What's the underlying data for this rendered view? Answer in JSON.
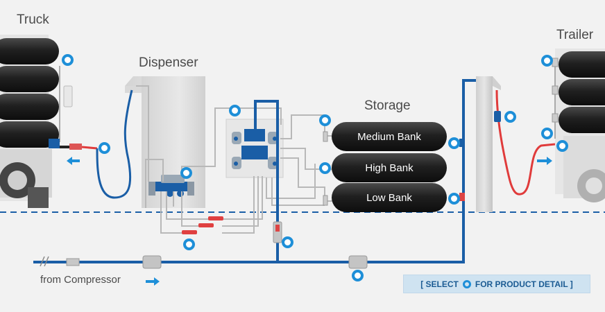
{
  "labels": {
    "truck": "Truck",
    "dispenser": "Dispenser",
    "storage": "Storage",
    "trailer": "Trailer",
    "from_compressor": "from Compressor"
  },
  "banks": [
    "Medium Bank",
    "High Bank",
    "Low Bank"
  ],
  "legend": {
    "left": "[ SELECT",
    "right": "FOR PRODUCT DETAIL ]"
  },
  "colors": {
    "pipe_blue": "#1a5ea6",
    "hotspot_blue": "#1e8fd8",
    "hose_red": "#e03b3b",
    "tank_dark": "#2a2a2a",
    "line_grey": "#b8b8b8"
  }
}
